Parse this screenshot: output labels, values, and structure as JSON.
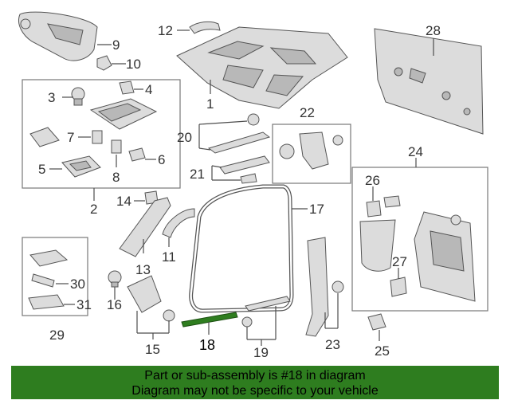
{
  "callouts": {
    "c1": "1",
    "c2": "2",
    "c3": "3",
    "c4": "4",
    "c5": "5",
    "c6": "6",
    "c7": "7",
    "c8": "8",
    "c9": "9",
    "c10": "10",
    "c11": "11",
    "c12": "12",
    "c13": "13",
    "c14": "14",
    "c15": "15",
    "c16": "16",
    "c17": "17",
    "c18": "18",
    "c19": "19",
    "c20": "20",
    "c21": "21",
    "c22": "22",
    "c23": "23",
    "c24": "24",
    "c25": "25",
    "c26": "26",
    "c27": "27",
    "c28": "28",
    "c29": "29",
    "c30": "30",
    "c31": "31"
  },
  "highlight": {
    "color": "#2e7d1f"
  },
  "banner": {
    "line1": "Part or sub-assembly is #18 in diagram",
    "line2": "Diagram may not be specific to your vehicle",
    "color": "#2e7d1f"
  }
}
